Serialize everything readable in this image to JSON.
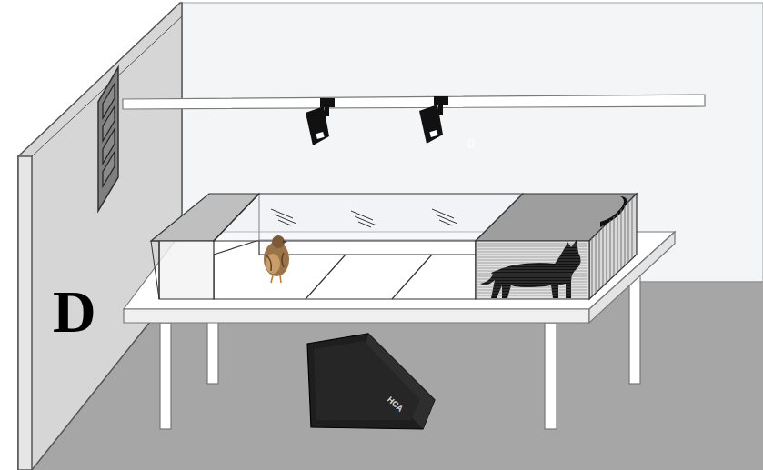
{
  "diagram": {
    "labels": [
      "D",
      "0",
      "HCA"
    ]
  }
}
